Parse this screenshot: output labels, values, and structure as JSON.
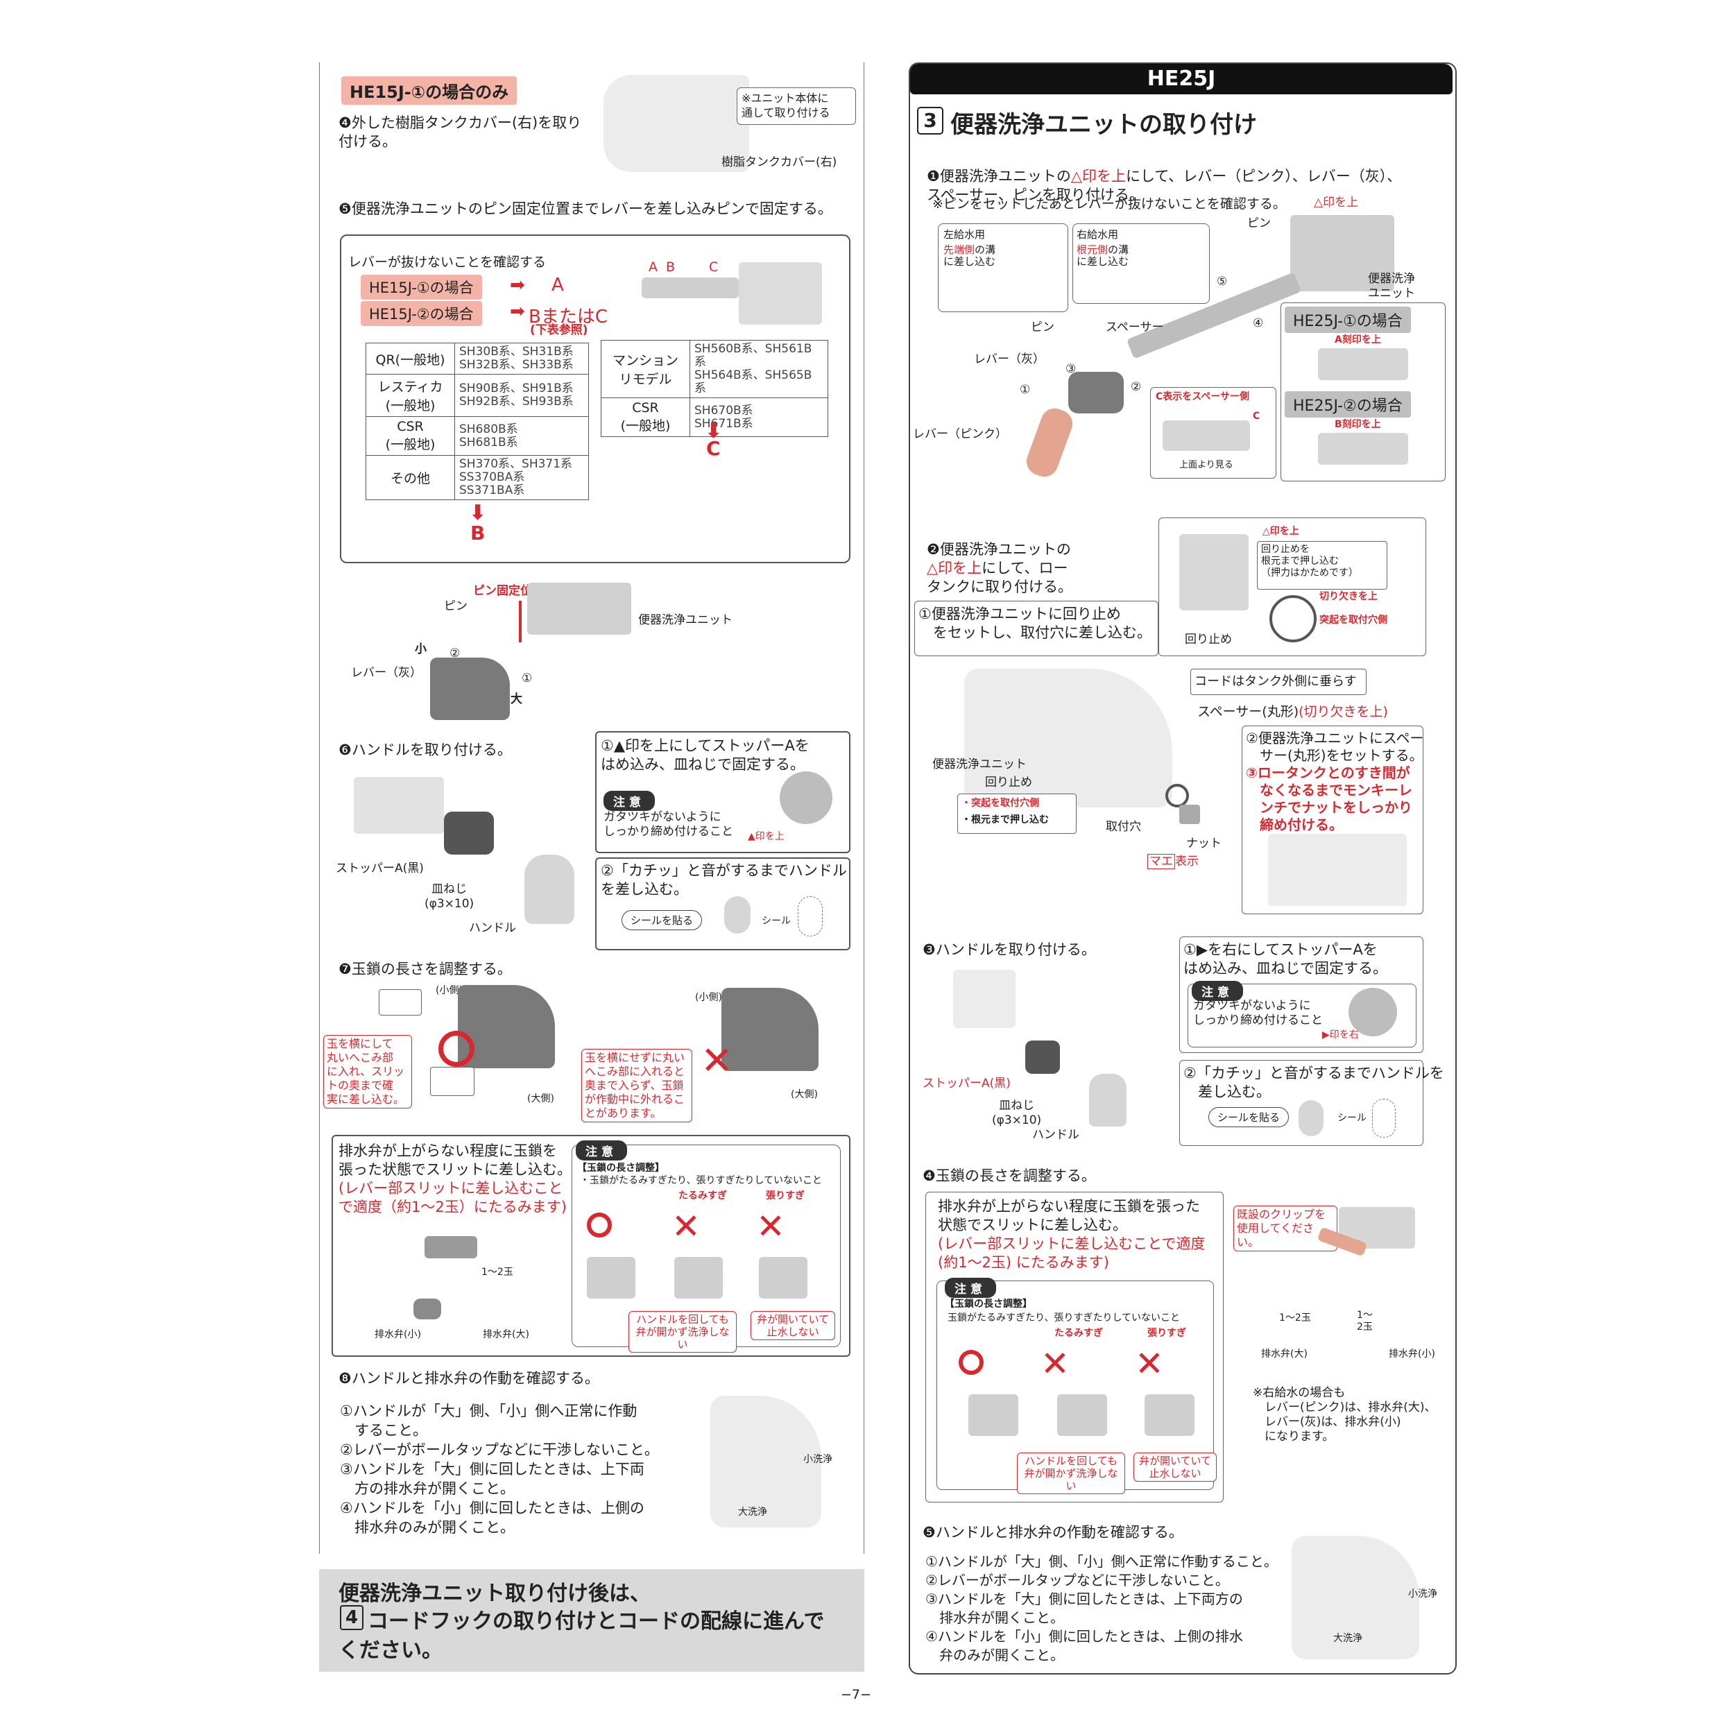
{
  "left": {
    "he15j_only_label": "HE15J-①の場合のみ",
    "step4": "❹外した樹脂タンクカバー(右)を取り\n付ける。",
    "step4_callout": "※ユニット本体に\n通して取り付ける",
    "step4_cover_label": "樹脂タンクカバー(右)",
    "step5": "❺便器洗浄ユニットのピン固定位置までレバーを差し込みピンで固定する。",
    "check_lever": "レバーが抜けないことを確認する",
    "he15j1": "HE15J-①の場合",
    "he15j1_result": "A",
    "he15j2": "HE15J-②の場合",
    "he15j2_result": "BまたはC",
    "see_table": "(下表参照)",
    "abc_labels": [
      "A",
      "B",
      "C"
    ],
    "table_left": [
      {
        "name": "QR(一般地)",
        "models": "SH30B系、SH31B系\nSH32B系、SH33B系"
      },
      {
        "name": "レスティカ\n(一般地)",
        "models": "SH90B系、SH91B系\nSH92B系、SH93B系"
      },
      {
        "name": "CSR\n(一般地)",
        "models": "SH680B系\nSH681B系"
      },
      {
        "name": "その他",
        "models": "SH370系、SH371系\nSS370BA系\nSS371BA系"
      }
    ],
    "table_left_result": "B",
    "table_right": [
      {
        "name": "マンション\nリモデル",
        "models": "SH560B系、SH561B系\nSH564B系、SH565B系"
      },
      {
        "name": "CSR\n(一般地)",
        "models": "SH670B系\nSH671B系"
      }
    ],
    "table_right_result": "C",
    "pin_fix_pos": "ピン固定位置",
    "pin": "ピン",
    "small": "小",
    "large": "大",
    "lever_grey": "レバー（灰）",
    "unit": "便器洗浄ユニット",
    "num1": "①",
    "num2": "②",
    "step6": "❻ハンドルを取り付ける。",
    "step6_1": "①▲印を上にしてストッパーAを\nはめ込み、皿ねじで固定する。",
    "note": "注意",
    "step6_note": "ガタツキがないように\nしっかり締め付けること",
    "mark_up": "▲印を上",
    "stopper_black": "ストッパーA(黒)",
    "screw": "皿ねじ\n(φ3×10)",
    "handle": "ハンドル",
    "step6_2": "②「カチッ」と音がするまでハンドル\nを差し込む。",
    "seal_attach": "シールを貼る",
    "seal": "シール",
    "step7": "❼玉鎖の長さを調整する。",
    "side_small": "(小側)",
    "side_large": "(大側)",
    "ok_text": "玉を横にして\n丸いへこみ部\nに入れ、スリッ\nトの奥まで確\n実に差し込む。",
    "ng_text": "玉を横にせずに丸い\nへこみ部に入れると\n奥まで入らず、玉鎖\nが作動中に外れるこ\nとがあります。",
    "chain_main": "排水弁が上がらない程度に玉鎖を\n張った状態でスリットに差し込む。",
    "chain_red": "(レバー部スリットに差し込むこと\nで適度（約1〜2玉）にたるみます)",
    "chain_count": "1〜2玉",
    "valve_small": "排水弁(小)",
    "valve_large": "排水弁(大)",
    "adjust_title": "【玉鎖の長さ調整】",
    "adjust_desc": "・玉鎖がたるみすぎたり、張りすぎたりしていないこと",
    "too_loose": "たるみすぎ",
    "too_tight": "張りすぎ",
    "loose_result": "ハンドルを回しても\n弁が開かず洗浄しない",
    "tight_result": "弁が開いていて\n止水しない",
    "step8": "❽ハンドルと排水弁の作動を確認する。",
    "step8_list": "①ハンドルが「大」側、「小」側へ正常に作動\n　すること。\n②レバーがボールタップなどに干渉しないこと。\n③ハンドルを「大」側に回したときは、上下両\n　方の排水弁が開くこと。\n④ハンドルを「小」側に回したときは、上側の\n　排水弁のみが開くこと。",
    "small_flush": "小洗浄",
    "large_flush": "大洗浄",
    "footer_line1": "便器洗浄ユニット取り付け後は、",
    "footer_num": "4",
    "footer_line2": "コードフックの取り付けとコードの配線に進んで",
    "footer_line3": "ください。"
  },
  "right": {
    "header": "HE25J",
    "section_num": "3",
    "section_title": "便器洗浄ユニットの取り付け",
    "s1_a": "❶便器洗浄ユニットの",
    "s1_red": "△印を上",
    "s1_b": "にして、レバー（ピンク）、レバー（灰）、\nスペーサー、ピンを取り付ける。",
    "s1_note": "※ピンをセットしたあとレバーが抜けないことを確認する。",
    "mark_up_tri": "△印を上",
    "left_supply": "左給水用",
    "left_supply_red": "先端側",
    "left_supply_desc": "の溝\nに差し込む",
    "right_supply": "右給水用",
    "right_supply_red": "根元側",
    "right_supply_desc": "の溝\nに差し込む",
    "pin": "ピン",
    "spacer": "スペーサー",
    "lever_grey": "レバー（灰）",
    "lever_pink": "レバー（ピンク）",
    "unit": "便器洗浄\nユニット",
    "nums": [
      "①",
      "②",
      "③",
      "④",
      "⑤"
    ],
    "c_spacer_side": "C表示をスペーサー側",
    "c_letter": "C",
    "view_top": "上面より見る",
    "he25j1": "HE25J-①の場合",
    "a_mark_up": "A刻印を上",
    "he25j2": "HE25J-②の場合",
    "b_mark_up": "B刻印を上",
    "s2": "❷便器洗浄ユニットの\n",
    "s2_red": "△印を上",
    "s2_b": "にして、ロー\nタンクに取り付ける。",
    "retainer_desc": "回り止めを\n根元まで押し込む\n（押力はかためです）",
    "notch_up": "切り欠きを上",
    "protrusion": "突起を取付穴側",
    "retainer": "回り止め",
    "s2_1": "①便器洗浄ユニットに回り止め\n　をセットし、取付穴に差し込む。",
    "cord_hang": "コードはタンク外側に垂らす",
    "spacer_round": "スペーサー(丸形)",
    "spacer_round_red": "(切り欠きを上)",
    "s2_2a": "②便器洗浄ユニットにスペー\n　サー(丸形)をセットする。",
    "s2_2b": "③ロータンクとのすき間が\n　なくなるまでモンキーレ\n　ンチでナットをしっかり\n　締め付ける。",
    "unit_label": "便器洗浄ユニット",
    "bullet1": "・突起を取付穴側",
    "bullet2": "・根元まで押し込む",
    "mount_hole": "取付穴",
    "nut": "ナット",
    "mae": "マエ",
    "mae_suffix": "表示",
    "s3": "❸ハンドルを取り付ける。",
    "s3_1": "①▶を右にしてストッパーAを\nはめ込み、皿ねじで固定する。",
    "note": "注意",
    "s3_note": "ガタツキがないように\nしっかり締め付けること",
    "mark_right": "▶印を右",
    "stopper_black": "ストッパーA(黒)",
    "screw": "皿ねじ\n(φ3×10)",
    "handle": "ハンドル",
    "s3_2": "②「カチッ」と音がするまでハンドルを\n　差し込む。",
    "seal_attach": "シールを貼る",
    "seal": "シール",
    "s4": "❹玉鎖の長さを調整する。",
    "chain_main": "排水弁が上がらない程度に玉鎖を張った\n状態でスリットに差し込む。",
    "chain_red": "(レバー部スリットに差し込むことで適度\n(約1〜2玉) にたるみます)",
    "clip_note": "既設のクリップを\n使用してくださ\nい。",
    "adjust_title": "【玉鎖の長さ調整】",
    "adjust_desc": "玉鎖がたるみすぎたり、張りすぎたりしていないこと",
    "too_loose": "たるみすぎ",
    "too_tight": "張りすぎ",
    "loose_result": "ハンドルを回しても\n弁が開かず洗浄しない",
    "tight_result": "弁が開いていて\n止水しない",
    "chain_count_a": "1〜2玉",
    "chain_count_b": "1〜\n2玉",
    "valve_large": "排水弁(大)",
    "valve_small": "排水弁(小)",
    "right_supply_note": "※右給水の場合も\n　レバー(ピンク)は、排水弁(大)、\n　レバー(灰)は、排水弁(小)\n　になります。",
    "s5": "❺ハンドルと排水弁の作動を確認する。",
    "s5_list": "①ハンドルが「大」側、「小」側へ正常に作動すること。\n②レバーがボールタップなどに干渉しないこと。\n③ハンドルを「大」側に回したときは、上下両方の\n　排水弁が開くこと。\n④ハンドルを「小」側に回したときは、上側の排水\n　弁のみが開くこと。",
    "small_flush": "小洗浄",
    "large_flush": "大洗浄"
  },
  "page_number": "−7−"
}
